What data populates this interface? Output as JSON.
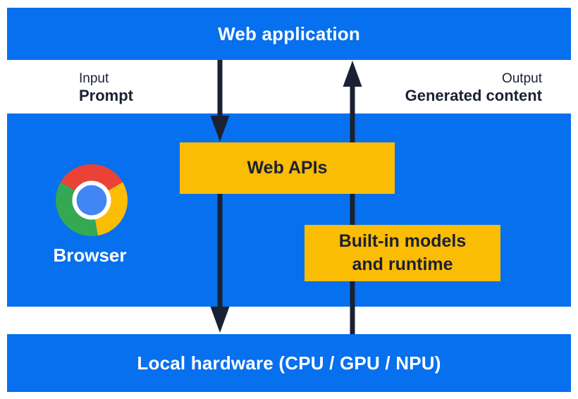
{
  "colors": {
    "section_blue": "#0770ee",
    "box_yellow": "#fbbc04",
    "ink": "#1a2133",
    "chrome_red": "#ea4335",
    "chrome_yellow": "#fbbc04",
    "chrome_green": "#34a853",
    "chrome_blue": "#4285f4"
  },
  "top_bar": {
    "label": "Web application"
  },
  "flow_labels": {
    "input_caption": "Input",
    "input_value": "Prompt",
    "output_caption": "Output",
    "output_value": "Generated content"
  },
  "browser_section": {
    "browser_label": "Browser",
    "icon": "chrome-logo-icon",
    "web_apis_box_label": "Web APIs",
    "builtin_box_line1": "Built-in models",
    "builtin_box_line2": "and runtime"
  },
  "bottom_bar": {
    "label": "Local hardware (CPU / GPU / NPU)"
  }
}
